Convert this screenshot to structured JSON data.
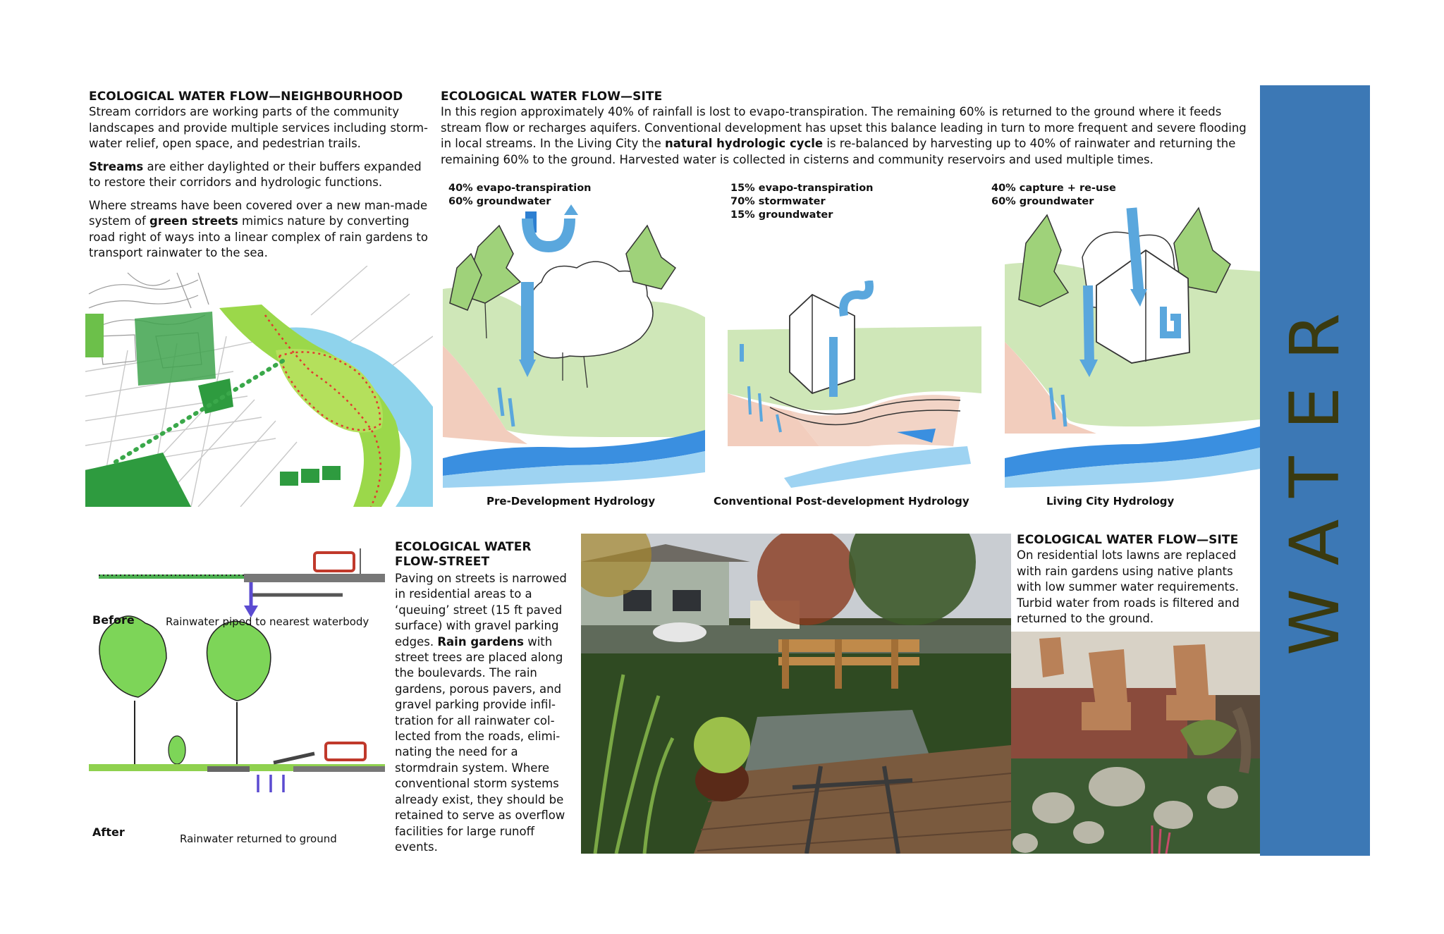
{
  "neighbourhood": {
    "title": "ECOLOGICAL WATER FLOW—NEIGHBOURHOOD",
    "p1": "Stream corridors are working parts of the community landscapes and provide multiple services including storm-water relief, open space, and pedestrian trails.",
    "p2_bold": "Streams",
    "p2_rest": " are either daylighted or their buffers expanded to restore their corridors and hydrologic functions.",
    "p3_start": "Where streams have been covered over a new man-made system of ",
    "p3_bold": "green streets",
    "p3_rest": " mimics nature by converting road right of ways into a linear complex of rain gardens to transport rainwater to the sea."
  },
  "site": {
    "title": "ECOLOGICAL WATER FLOW—SITE",
    "text_start": "In this region approximately 40% of rainfall is lost to evapo-transpiration.  The remaining 60% is returned to the ground where it feeds stream flow or recharges aquifers.  Conventional development has upset this balance leading in turn to more frequent and severe flooding in local streams.  In the Living City the ",
    "text_bold": "natural hydrologic cycle",
    "text_rest": " is re-balanced by harvesting up to 40% of rainwater and returning the remaining 60% to the ground.  Harvested water is collected in cisterns and community reservoirs and used multiple times."
  },
  "hydro": {
    "pre": {
      "line1": "40% evapo-transpiration",
      "line2": "60% groundwater",
      "line3": "",
      "caption": "Pre-Development Hydrology"
    },
    "post": {
      "line1": "15% evapo-transpiration",
      "line2": "70% stormwater",
      "line3": "15% groundwater",
      "caption": "Conventional Post-development Hydrology"
    },
    "living": {
      "line1": "40% capture + re-use",
      "line2": "60% groundwater",
      "line3": "",
      "caption": "Living City Hydrology"
    }
  },
  "street_diagram": {
    "before_label": "Before",
    "before_caption": "Rainwater piped to nearest waterbody",
    "after_label": "After",
    "after_caption": "Rainwater returned to ground"
  },
  "street": {
    "title_line1": "ECOLOGICAL WATER",
    "title_line2": "FLOW-STREET",
    "text_start": "Paving on streets is narrowed in residential areas to a ‘queuing’ street (15 ft paved surface) with gravel parking edges.  ",
    "text_bold": "Rain gardens",
    "text_rest": " with street trees are placed along the boulevards.  The rain gardens, porous pavers, and gravel parking provide infil-tration for all rainwater col-lected from the roads, elimi-nating the need for a stormdrain system.  Where conventional storm systems already exist, they should be retained to serve as overflow facilities for large runoff events."
  },
  "site2": {
    "title": "ECOLOGICAL WATER FLOW—SITE",
    "text": "On residential lots lawns are replaced with rain gardens using native plants with low summer water requirements.  Turbid water from roads is filtered and returned to the ground."
  },
  "sidebar": {
    "word": "WATER"
  },
  "colors": {
    "sidebar_blue": "#3c78b5",
    "sidebar_text": "#3a3a10",
    "water_blue": "#5aa7dd",
    "grass_green": "#8fd14f"
  }
}
